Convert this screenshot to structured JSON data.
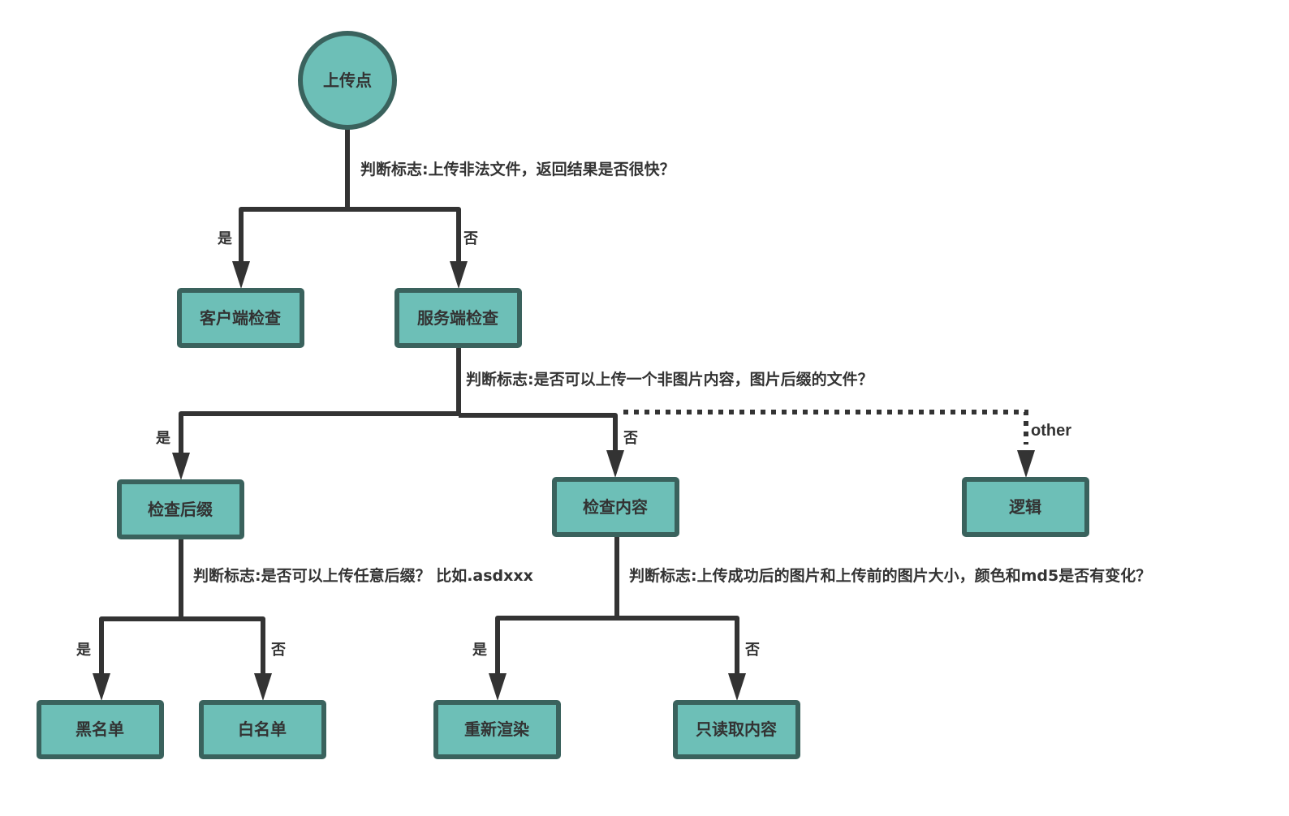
{
  "colors": {
    "node_fill": "#6dbfb7",
    "node_stroke": "#3a625d",
    "edge": "#333333",
    "text": "#333333"
  },
  "nodes": {
    "root": {
      "label": "上传点",
      "shape": "circle"
    },
    "client_check": {
      "label": "客户端检查"
    },
    "server_check": {
      "label": "服务端检查"
    },
    "check_suffix": {
      "label": "检查后缀"
    },
    "check_content": {
      "label": "检查内容"
    },
    "logic": {
      "label": "逻辑"
    },
    "blacklist": {
      "label": "黑名单"
    },
    "whitelist": {
      "label": "白名单"
    },
    "rerender": {
      "label": "重新渲染"
    },
    "read_content_only": {
      "label": "只读取内容"
    }
  },
  "decisions": {
    "root": "判断标志:上传非法文件，返回结果是否很快？",
    "server_check": "判断标志:是否可以上传一个非图片内容，图片后缀的文件？",
    "check_suffix": "判断标志:是否可以上传任意后缀？ 比如.asdxxx",
    "check_content": "判断标志:上传成功后的图片和上传前的图片大小，颜色和md5是否有变化？"
  },
  "branches": {
    "yes": "是",
    "no": "否",
    "other": "other"
  },
  "edges": [
    {
      "from": "root",
      "to": "client_check",
      "label": "是",
      "style": "solid"
    },
    {
      "from": "root",
      "to": "server_check",
      "label": "否",
      "style": "solid"
    },
    {
      "from": "server_check",
      "to": "check_suffix",
      "label": "是",
      "style": "solid"
    },
    {
      "from": "server_check",
      "to": "check_content",
      "label": "否",
      "style": "solid"
    },
    {
      "from": "server_check",
      "to": "logic",
      "label": "other",
      "style": "dotted"
    },
    {
      "from": "check_suffix",
      "to": "blacklist",
      "label": "是",
      "style": "solid"
    },
    {
      "from": "check_suffix",
      "to": "whitelist",
      "label": "否",
      "style": "solid"
    },
    {
      "from": "check_content",
      "to": "rerender",
      "label": "是",
      "style": "solid"
    },
    {
      "from": "check_content",
      "to": "read_content_only",
      "label": "否",
      "style": "solid"
    }
  ]
}
